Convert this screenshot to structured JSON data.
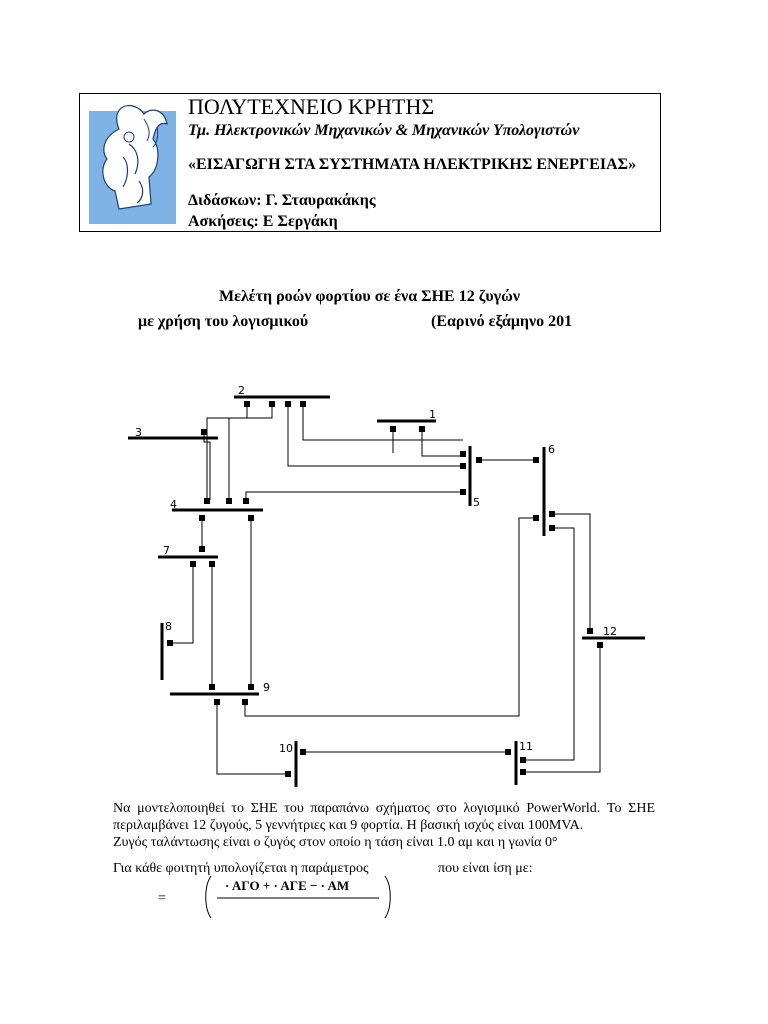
{
  "header": {
    "university": "ΠΟΛΥΤΕΧΝΕΙΟ ΚΡΗΤΗΣ",
    "department": "Τμ. Ηλεκτρονικών Μηχανικών & Μηχανικών Υπολογιστών",
    "course": "«ΕΙΣΑΓΩΓΗ ΣΤΑ ΣΥΣΤΗΜΑΤΑ ΗΛΕΚΤΡΙΚΗΣ ΕΝΕΡΓΕΙΑΣ»",
    "teacher": "Διδάσκων: Γ. Σταυρακάκης",
    "exercises": "Ασκήσεις: Ε  Σεργάκη"
  },
  "title": {
    "line1": "Μελέτη ροών φορτίου σε ένα ΣΗΕ 12 ζυγών",
    "line2_left": "με χρήση του λογισμικού",
    "line2_right": "(Εαρινό εξάμηνο 201"
  },
  "diagram": {
    "bus_labels": [
      "1",
      "2",
      "3",
      "4",
      "5",
      "6",
      "7",
      "8",
      "9",
      "10",
      "11",
      "12"
    ],
    "colors": {
      "line": "#000000",
      "background": "#ffffff"
    }
  },
  "body": {
    "paragraph1": "Να μοντελοποιηθεί το ΣΗΕ του παραπάνω σχήματος στο λογισμικό PowerWorld. Το ΣΗΕ περιλαμβάνει 12 ζυγούς, 5 γεννήτριες και 9 φορτία. Η βασική ισχύς είναι 100MVA.",
    "paragraph2": "Ζυγός ταλάντωσης είναι ο ζυγός     στον οποίο η τάση είναι 1.0 αμ και η γωνία 0°",
    "paragraph3_left": "Για κάθε φοιτητή υπολογίζεται η παράμετρος",
    "paragraph3_right": "που είναι ίση με:",
    "equals": "=",
    "formula_numerator": "· ΑΓΟ +    · ΑΓΕ −    · ΑΜ"
  }
}
